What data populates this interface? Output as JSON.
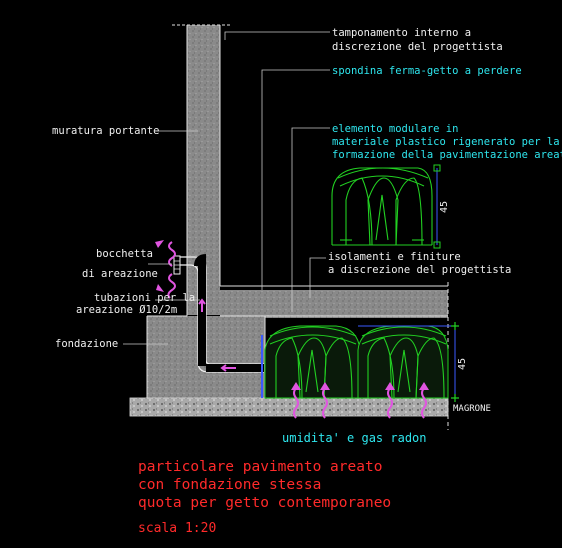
{
  "labels": {
    "tamponamento": [
      "tamponamento interno a",
      "discrezione del progettista"
    ],
    "spondina": "spondina ferma-getto a perdere",
    "elemento": [
      "elemento modulare in",
      "materiale plastico rigenerato per la",
      "formazione della pavimentazione areata"
    ],
    "muratura": "muratura portante",
    "bocchetta": [
      "bocchetta",
      "di areazione"
    ],
    "tubazioni": [
      "tubazioni per la",
      "areazione Ø10/2m"
    ],
    "isolamenti": [
      "isolamenti e finiture",
      "a discrezione del progettista"
    ],
    "fondazione": "fondazione",
    "magrone": "MAGRONE",
    "umidita": "umidita' e gas radon"
  },
  "dimensions": {
    "module_height_upper": "45",
    "module_height_lower": "45"
  },
  "title_block": {
    "lines": [
      "particolare pavimento areato",
      "con fondazione stessa",
      "quota per getto contemporaneo"
    ],
    "scale": "scala 1:20"
  },
  "colors": {
    "background": "#000000",
    "text_primary": "#f0f0f0",
    "text_cyan": "#2ee6ee",
    "title_red": "#ff2a2a",
    "module_green": "#22d022",
    "arrows_magenta": "#e055e0",
    "dim_blue": "#3a5aff"
  }
}
